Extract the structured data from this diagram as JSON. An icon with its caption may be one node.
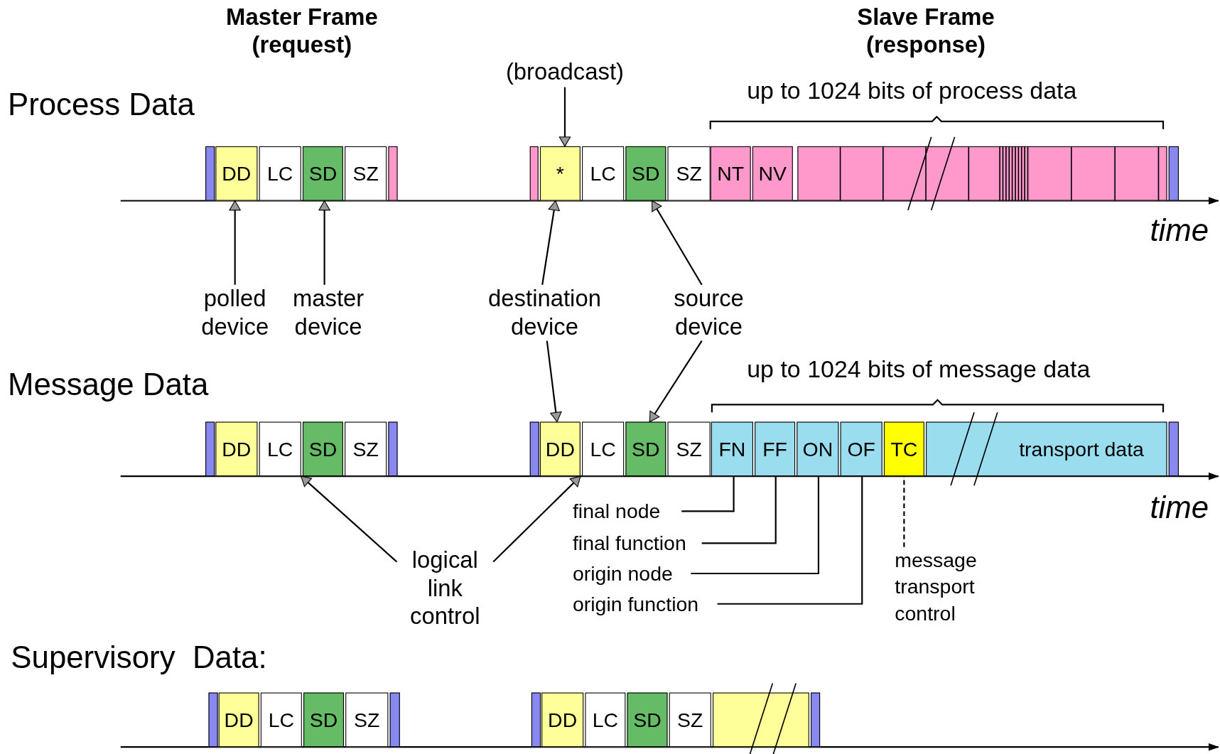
{
  "diagram": {
    "nodes": [
      {
        "text": [],
        "shape": "bar"
      },
      {
        "text": [
          "DD"
        ]
      },
      {
        "text": [
          "LC"
        ]
      },
      {
        "text": [
          "SD"
        ]
      },
      {
        "text": [
          "SZ"
        ]
      },
      {
        "text": [],
        "shape": "bar"
      },
      {
        "text": [],
        "shape": "bar"
      },
      {
        "text": [
          "*"
        ]
      },
      {
        "text": [
          "LC"
        ]
      },
      {
        "text": [
          "SD"
        ]
      },
      {
        "text": [
          "SZ"
        ]
      },
      {
        "text": [
          "NT"
        ]
      },
      {
        "text": [
          "NV"
        ]
      },
      {
        "text": [],
        "shape": "bar"
      },
      {
        "text": [],
        "shape": "bar"
      },
      {
        "text": [],
        "shape": "bar"
      },
      {
        "text": [
          "DD"
        ]
      },
      {
        "text": [
          "LC"
        ]
      },
      {
        "text": [
          "SD"
        ]
      },
      {
        "text": [
          "SZ"
        ]
      },
      {
        "text": [],
        "shape": "bar"
      },
      {
        "text": [],
        "shape": "bar"
      },
      {
        "text": [
          "DD"
        ]
      },
      {
        "text": [
          "LC"
        ]
      },
      {
        "text": [
          "SD"
        ]
      },
      {
        "text": [
          "SZ"
        ]
      },
      {
        "text": [
          "FN"
        ]
      },
      {
        "text": [
          "FF"
        ]
      },
      {
        "text": [
          "ON"
        ]
      },
      {
        "text": [
          "OF"
        ]
      },
      {
        "text": [
          "TC"
        ]
      },
      {
        "text": [
          "transport data"
        ]
      },
      {
        "text": [],
        "shape": "bar"
      },
      {
        "text": [],
        "shape": "bar"
      },
      {
        "text": [
          "DD"
        ]
      },
      {
        "text": [
          "LC"
        ]
      },
      {
        "text": [
          "SD"
        ]
      },
      {
        "text": [
          "SZ"
        ]
      },
      {
        "text": [],
        "shape": "bar"
      },
      {
        "text": [],
        "shape": "bar"
      },
      {
        "text": [
          "DD"
        ]
      },
      {
        "text": [
          "LC"
        ]
      },
      {
        "text": [
          "SD"
        ]
      },
      {
        "text": [
          "SZ"
        ]
      },
      {
        "text": [],
        "shape": "bar"
      },
      {
        "text": [],
        "shape": "bar"
      },
      {
        "text": [
          "polled device"
        ]
      },
      {
        "text": [
          "master device"
        ]
      },
      {
        "text": [
          "destination device"
        ]
      },
      {
        "text": [
          "source device"
        ]
      },
      {
        "text": [
          "logical link control"
        ]
      },
      {
        "text": [
          "final node"
        ]
      },
      {
        "text": [
          "final function"
        ]
      },
      {
        "text": [
          "origin node"
        ]
      },
      {
        "text": [
          "origin function"
        ]
      },
      {
        "text": [
          "message transport control"
        ]
      },
      {
        "text": [
          "(broadcast)"
        ]
      }
    ],
    "edges": [
      {
        "from": 46,
        "to": 1,
        "arrow": "to"
      },
      {
        "from": 47,
        "to": 3,
        "arrow": "to"
      },
      {
        "from": 48,
        "to": 7,
        "arrow": "to"
      },
      {
        "from": 49,
        "to": 9,
        "arrow": "to"
      },
      {
        "from": 56,
        "to": 7,
        "arrow": "to"
      },
      {
        "from": 48,
        "to": 22,
        "arrow": "to"
      },
      {
        "from": 49,
        "to": 24,
        "arrow": "to"
      },
      {
        "from": 50,
        "to": 17,
        "arrow": "to"
      },
      {
        "from": 50,
        "to": 22,
        "arrow": "to"
      },
      {
        "from": 51,
        "to": 26,
        "arrow": "none"
      },
      {
        "from": 52,
        "to": 27,
        "arrow": "none"
      },
      {
        "from": 53,
        "to": 28,
        "arrow": "none"
      },
      {
        "from": 54,
        "to": 29,
        "arrow": "none"
      },
      {
        "from": 55,
        "to": 30,
        "arrow": "none",
        "style": "dashed"
      }
    ],
    "labels": [
      "Master Frame (request)",
      "Slave Frame (response)",
      "Process Data",
      "up to 1024 bits of process data",
      "time",
      "Message Data",
      "up to 1024 bits of message data",
      "time",
      "Supervisory  Data:"
    ]
  }
}
